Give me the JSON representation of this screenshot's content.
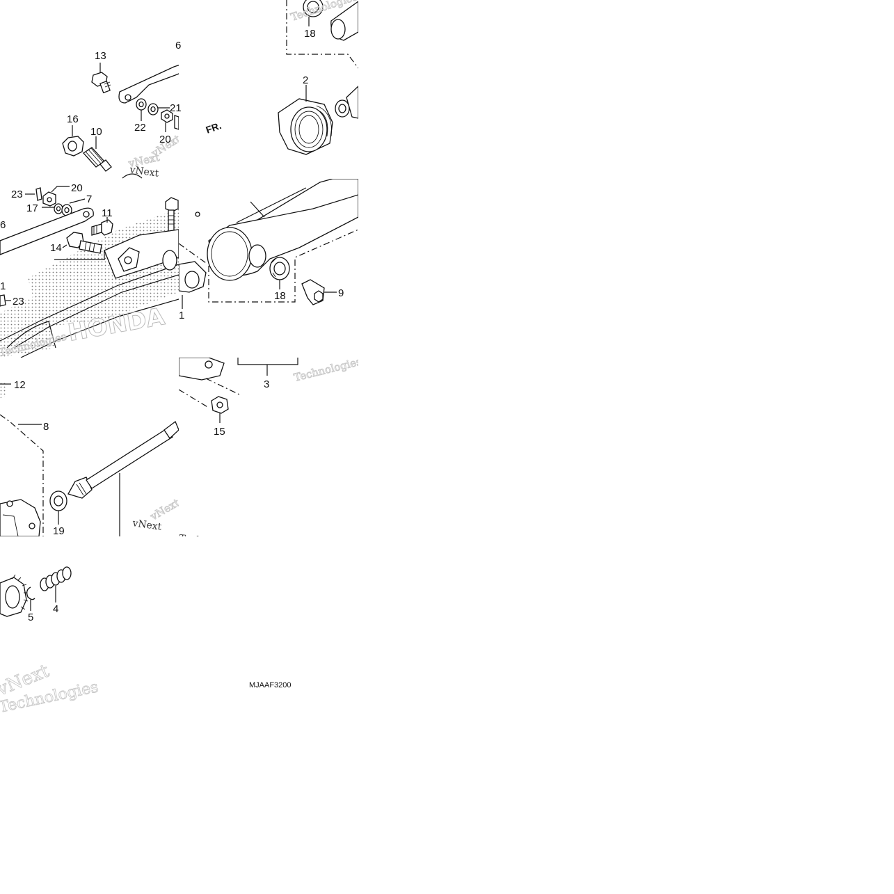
{
  "diagram": {
    "code": "MJAAF3200",
    "arrow_label": "FR.",
    "watermark_a": "vNext",
    "watermark_b": "Technologies",
    "callouts": {
      "c1": "1",
      "c1b": "1",
      "c2": "2",
      "c3": "3",
      "c4": "4",
      "c5": "5",
      "c6": "6",
      "c6b": "6",
      "c7": "7",
      "c8": "8",
      "c9": "9",
      "c10": "10",
      "c11": "11",
      "c12": "12",
      "c13": "13",
      "c14": "14",
      "c15": "15",
      "c16": "16",
      "c17": "17",
      "c18": "18",
      "c18b": "18",
      "c19": "19",
      "c20": "20",
      "c20b": "20",
      "c21": "21",
      "c22": "22",
      "c23": "23",
      "c23b": "23"
    }
  }
}
